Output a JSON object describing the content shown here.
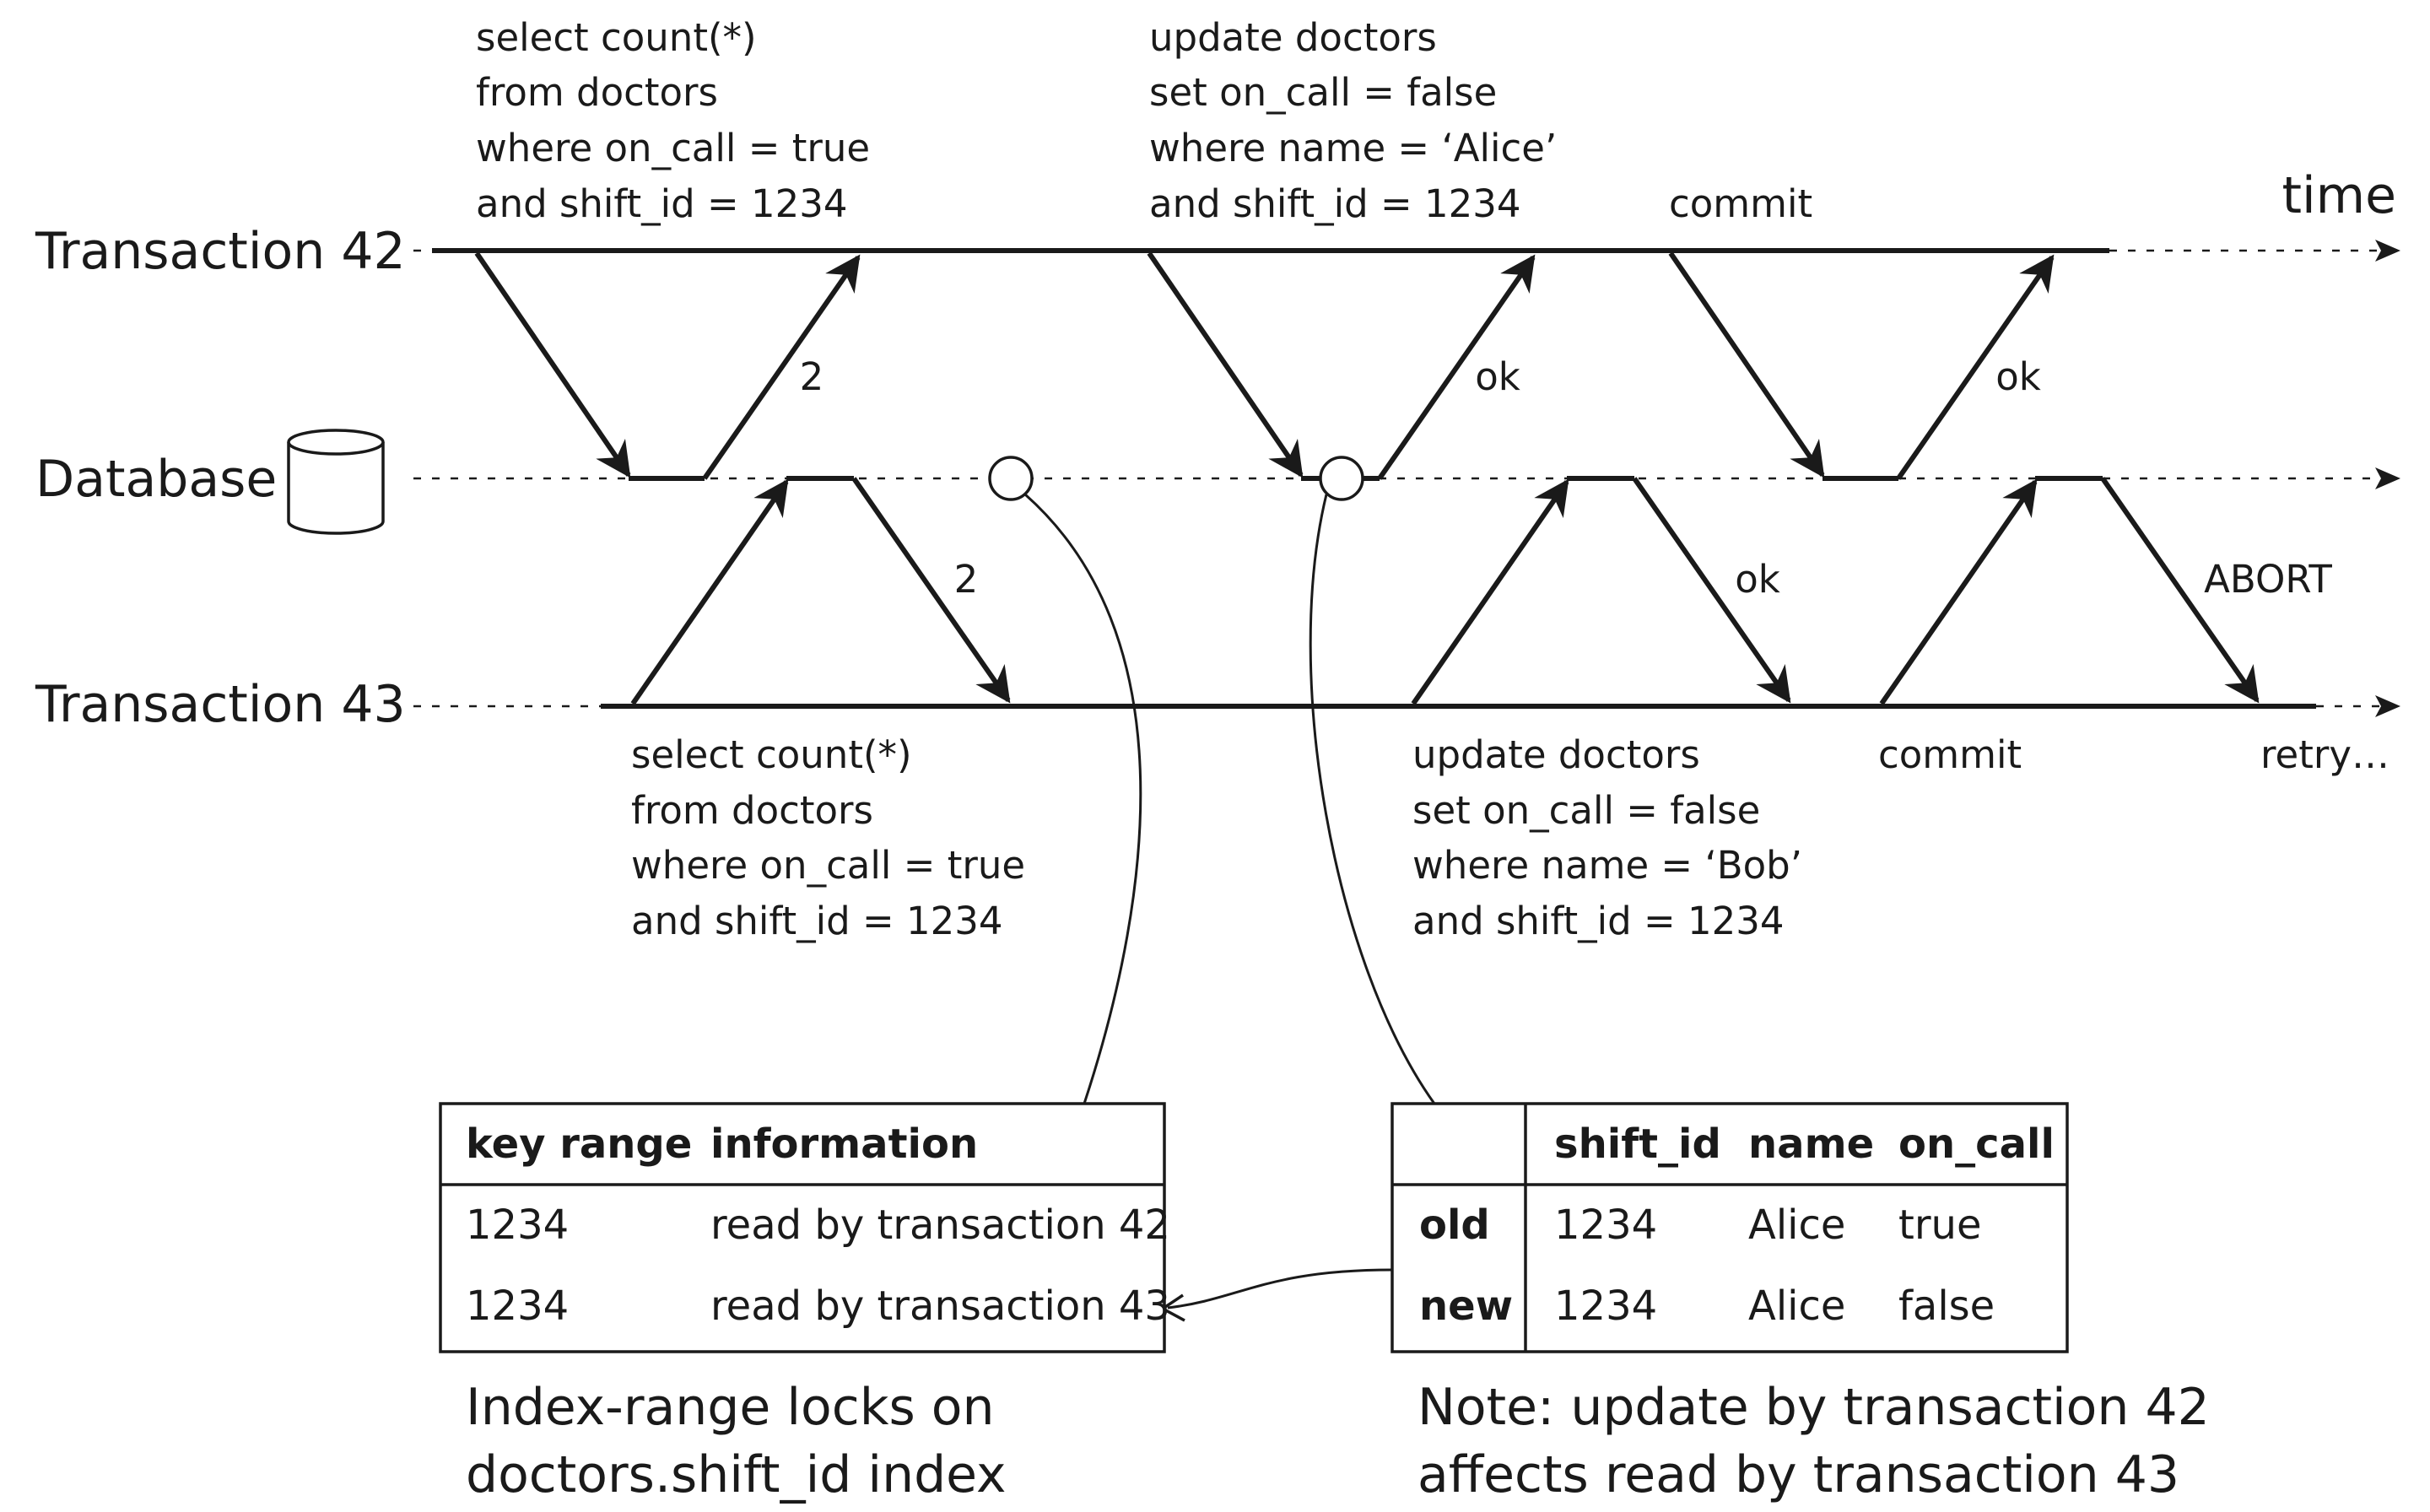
{
  "timeline": {
    "time_label": "time",
    "rows": {
      "t42": "Transaction 42",
      "db": "Database",
      "t43": "Transaction 43"
    }
  },
  "t42_queries": {
    "select": [
      "select count(*)",
      "from doctors",
      "where on_call = true",
      "and shift_id = 1234"
    ],
    "update": [
      "update doctors",
      "set on_call = false",
      "where name = ‘Alice’",
      "and shift_id = 1234"
    ],
    "commit": "commit"
  },
  "t43_queries": {
    "select": [
      "select count(*)",
      "from doctors",
      "where on_call = true",
      "and shift_id = 1234"
    ],
    "update": [
      "update doctors",
      "set on_call = false",
      "where name = ‘Bob’",
      "and shift_id = 1234"
    ],
    "commit": "commit",
    "retry": "retry…"
  },
  "responses": {
    "t42_count": "2",
    "t42_update": "ok",
    "t42_commit": "ok",
    "t43_count": "2",
    "t43_update": "ok",
    "t43_abort": "ABORT"
  },
  "lock_table": {
    "headers": [
      "key range",
      "information"
    ],
    "rows": [
      [
        "1234",
        "read by transaction 42"
      ],
      [
        "1234",
        "read by transaction 43"
      ]
    ],
    "caption": [
      "Index-range locks on",
      "doctors.shift_id index"
    ]
  },
  "row_table": {
    "headers": [
      "",
      "shift_id",
      "name",
      "on_call"
    ],
    "rows": [
      [
        "old",
        "1234",
        "Alice",
        "true"
      ],
      [
        "new",
        "1234",
        "Alice",
        "false"
      ]
    ],
    "caption": [
      "Note: update by transaction 42",
      "affects read by transaction 43"
    ]
  }
}
